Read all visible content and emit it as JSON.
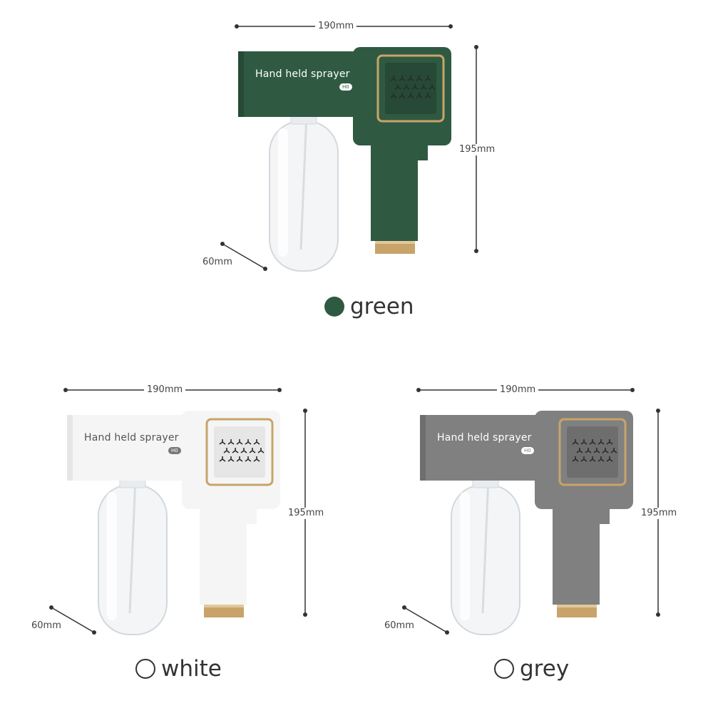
{
  "products": [
    {
      "id": "green",
      "body_color": "#2f5a41",
      "body_dark": "#264a35",
      "text_color": "#ffffff",
      "badge_text_color": "#2f5a41",
      "badge_bg": "#ffffff",
      "swatch_filled": true,
      "swatch_color": "#2f5a41",
      "brand": "Hand held sprayer",
      "badge": "H0",
      "width_label": "190mm",
      "height_label": "195mm",
      "depth_label": "60mm",
      "color_name": "green"
    },
    {
      "id": "white",
      "body_color": "#f5f5f5",
      "body_dark": "#e6e6e6",
      "text_color": "#555555",
      "badge_text_color": "#ffffff",
      "badge_bg": "#777777",
      "swatch_filled": false,
      "swatch_color": "#333333",
      "brand": "Hand held sprayer",
      "badge": "H0",
      "width_label": "190mm",
      "height_label": "195mm",
      "depth_label": "60mm",
      "color_name": "white"
    },
    {
      "id": "grey",
      "body_color": "#808080",
      "body_dark": "#6e6e6e",
      "text_color": "#ffffff",
      "badge_text_color": "#808080",
      "badge_bg": "#ffffff",
      "swatch_filled": false,
      "swatch_color": "#333333",
      "brand": "Hand held sprayer",
      "badge": "H0",
      "width_label": "190mm",
      "height_label": "195mm",
      "depth_label": "60mm",
      "color_name": "grey"
    }
  ],
  "accent_gold": "#c8a46a",
  "icons": {
    "bottle": "spray-bottle-icon",
    "vent": "vent-grille-icon"
  }
}
